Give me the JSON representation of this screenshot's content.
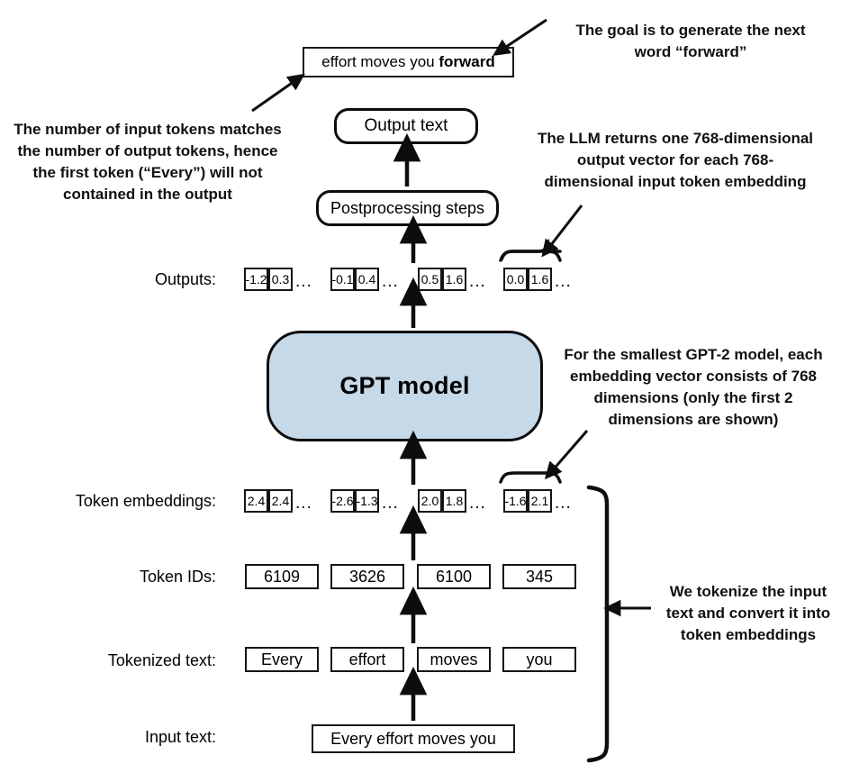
{
  "diagram": {
    "title": "GPT model text generation pipeline",
    "accent_color": "#c6d9e9",
    "stroke_color": "#0d0d0d"
  },
  "top": {
    "generated_text_prefix": "effort moves you ",
    "generated_text_bold": "forward",
    "output_text_box": "Output text",
    "postprocessing_box": "Postprocessing steps"
  },
  "model": {
    "label": "GPT model"
  },
  "rows": {
    "outputs": {
      "label": "Outputs:",
      "groups": [
        {
          "values": [
            "-1.2",
            "0.3"
          ],
          "ellipsis": "..."
        },
        {
          "values": [
            "-0.1",
            "0.4"
          ],
          "ellipsis": "..."
        },
        {
          "values": [
            "0.5",
            "1.6"
          ],
          "ellipsis": "..."
        },
        {
          "values": [
            "0.0",
            "1.6"
          ],
          "ellipsis": "..."
        }
      ]
    },
    "token_embeddings": {
      "label": "Token embeddings:",
      "groups": [
        {
          "values": [
            "2.4",
            "2.4"
          ],
          "ellipsis": "..."
        },
        {
          "values": [
            "-2.6",
            "-1.3"
          ],
          "ellipsis": "..."
        },
        {
          "values": [
            "2.0",
            "1.8"
          ],
          "ellipsis": "..."
        },
        {
          "values": [
            "-1.6",
            "2.1"
          ],
          "ellipsis": "..."
        }
      ]
    },
    "token_ids": {
      "label": "Token IDs:",
      "values": [
        "6109",
        "3626",
        "6100",
        "345"
      ]
    },
    "tokenized_text": {
      "label": "Tokenized text:",
      "values": [
        "Every",
        "effort",
        "moves",
        "you"
      ]
    },
    "input_text": {
      "label": "Input text:",
      "value": "Every effort moves you"
    }
  },
  "annotations": {
    "left_top": "The number of input tokens matches the number of output tokens, hence the first token (“Every”) will not contained in the output",
    "left_top_lines": [
      "The number of input tokens matches",
      "the number of output tokens, hence",
      "the first token (“Every”) will not",
      "contained in the output"
    ],
    "top_right_lines": [
      "The goal is to generate the next",
      "word “forward”"
    ],
    "llm_returns_lines": [
      "The LLM returns one 768-dimensional",
      "output vector for each 768-",
      "dimensional input token embedding"
    ],
    "gpt2_dims_lines": [
      "For the smallest GPT-2 model, each",
      "embedding vector consists of 768",
      "dimensions (only the first 2",
      "dimensions are shown)"
    ],
    "tokenize_lines": [
      "We tokenize the input",
      "text and convert it into",
      "token embeddings"
    ]
  },
  "icons": {
    "up_arrow": "arrow-up-icon",
    "pointer_arrow": "annotation-arrow-icon",
    "top_brace": "curly-brace-top-icon",
    "side_brace": "curly-brace-side-icon"
  }
}
